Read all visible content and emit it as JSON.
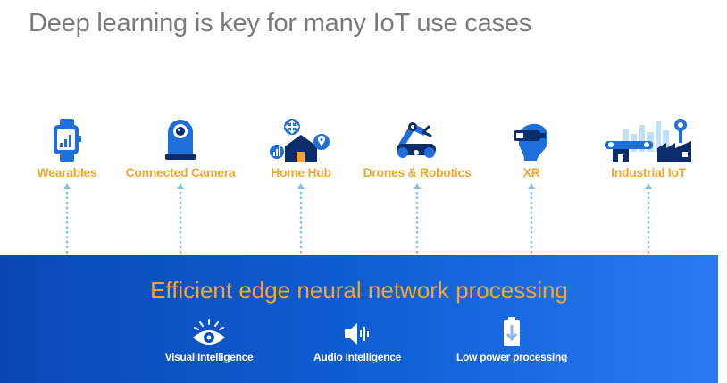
{
  "title": "Deep learning is key for many IoT use cases",
  "use_cases": [
    {
      "label": "Wearables",
      "icon": "smartwatch-icon"
    },
    {
      "label": "Connected Camera",
      "icon": "camera-icon"
    },
    {
      "label": "Home Hub",
      "icon": "home-hub-icon"
    },
    {
      "label": "Drones & Robotics",
      "icon": "robot-arm-icon"
    },
    {
      "label": "XR",
      "icon": "vr-headset-icon"
    },
    {
      "label": "Industrial IoT",
      "icon": "factory-icon"
    }
  ],
  "band": {
    "title": "Efficient edge neural network processing",
    "capabilities": [
      {
        "label": "Visual Intelligence",
        "icon": "eye-icon"
      },
      {
        "label": "Audio Intelligence",
        "icon": "speaker-icon"
      },
      {
        "label": "Low power processing",
        "icon": "battery-icon"
      }
    ]
  },
  "colors": {
    "accent_orange": "#f2a62b",
    "icon_blue": "#1e6fd9",
    "icon_dark": "#0c2d6b",
    "arrow_blue": "#7cc3ea",
    "band_start": "#0a47b4",
    "band_end": "#2b79f2"
  }
}
